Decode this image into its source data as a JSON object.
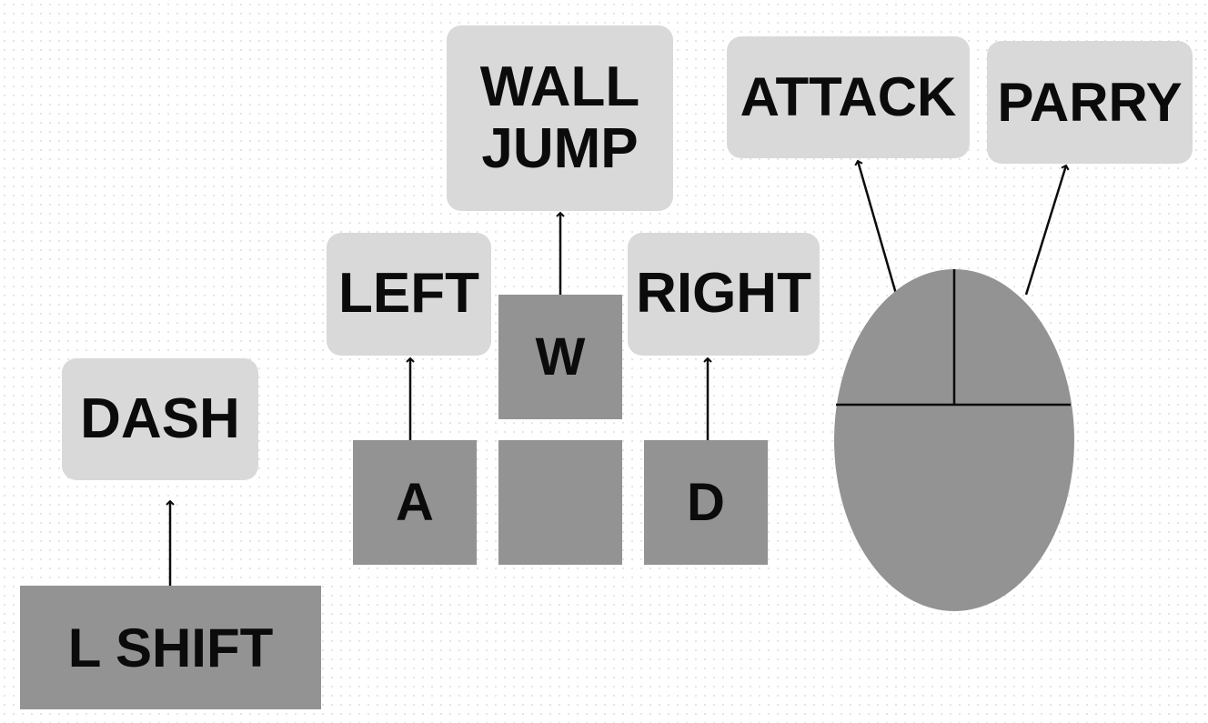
{
  "actions": {
    "wall_jump": "WALL JUMP",
    "left": "LEFT",
    "right": "RIGHT",
    "dash": "DASH",
    "attack": "ATTACK",
    "parry": "PARRY"
  },
  "keys": {
    "w": "W",
    "a": "A",
    "s": "",
    "d": "D",
    "shift": "L SHIFT"
  },
  "colors": {
    "key": "#939393",
    "label": "#d9d9d9",
    "text": "#0b0b0b"
  }
}
